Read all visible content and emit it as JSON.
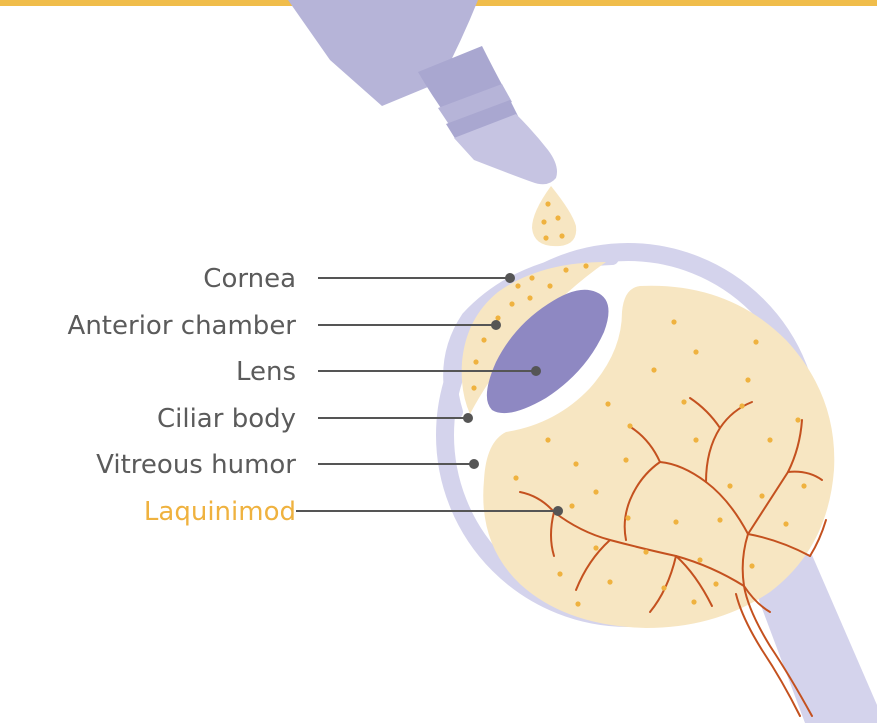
{
  "labels": {
    "cornea": "Cornea",
    "anterior_chamber": "Anterior chamber",
    "lens": "Lens",
    "ciliar_body": "Ciliar body",
    "vitreous_humor": "Vitreous humor",
    "laquinimod": "Laquinimod"
  },
  "colors": {
    "accent_bar": "#f0bd4b",
    "dropper": "#b6b4d8",
    "eye_outline": "#d4d3ec",
    "lens": "#8e88c2",
    "fluid": "#f7e6c2",
    "dots": "#efb23f",
    "vessels": "#c4511f",
    "label_text": "#5b5b5b",
    "drug_label": "#efb23f",
    "leader_line": "#555555"
  }
}
